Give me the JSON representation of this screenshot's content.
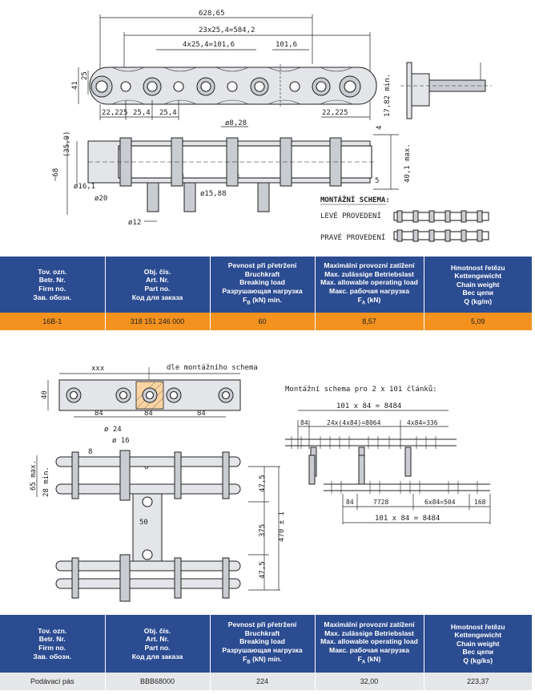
{
  "drawing1": {
    "dims": {
      "overall": "628,65",
      "pitch_total": "23x25,4=584,2",
      "pitch_part": "4x25,4=101,6",
      "seg": "101,6",
      "height41": "41",
      "height25": "25",
      "end_left": "22,225",
      "pitch1": "25,4",
      "pitch2": "25,4",
      "end_right": "22,225",
      "min_dim": "17,82 min.",
      "side4": "4",
      "max_dim": "40,1 max.",
      "side5": "5",
      "d828": "ø8,28",
      "d359": "(35,9)",
      "d68": "~68",
      "d161": "ø16,1",
      "d20": "ø20",
      "d1588": "ø15,88",
      "d12": "ø12"
    },
    "schema": {
      "title": "MONTÁŽNÍ SCHEMA:",
      "left": "LEVÉ PROVEDENÍ",
      "right": "PRAVÉ PROVEDENÍ"
    }
  },
  "table1": {
    "headers": [
      {
        "l1": "Tov. ozn.",
        "l2": "Betr. Nr.",
        "l3": "Firm no.",
        "l4": "Зав. обозн.",
        "l5": ""
      },
      {
        "l1": "Obj. čís.",
        "l2": "Art. Nr.",
        "l3": "Part no.",
        "l4": "Код для заказа",
        "l5": ""
      },
      {
        "l1": "Pevnost při přetržení",
        "l2": "Bruchkraft",
        "l3": "Breaking load",
        "l4": "Разрушающая нагрузка",
        "l5": "F",
        "l5sub": "B",
        "l5rest": " (kN) min."
      },
      {
        "l1": "Maximální provozní zatížení",
        "l2": "Max. zulässige Betriebslast",
        "l3": "Max. allowable operating load",
        "l4": "Макс. рабочая нагрузка",
        "l5": "F",
        "l5sub": "A",
        "l5rest": " (kN)"
      },
      {
        "l1": "Hmotnost řetězu",
        "l2": "Kettengewicht",
        "l3": "Chain weight",
        "l4": "Вес цепи",
        "l5": "Q (kg/m)"
      }
    ],
    "row": [
      "16B-1",
      "318 151 246 000",
      "60",
      "8,57",
      "5,09"
    ]
  },
  "drawing2": {
    "dims": {
      "xxx": "xxx",
      "schema_ref": "dle montážního schema",
      "h40": "40",
      "p84a": "84",
      "p84b": "84",
      "p84c": "84",
      "d24": "ø 24",
      "d16": "ø 16",
      "side8": "8",
      "side6": "6",
      "max65": "65 max.",
      "w28": "28 min.",
      "r475a": "47,5",
      "r375": "375",
      "r470": "470 ± 1",
      "r475b": "47,5",
      "w50": "50"
    },
    "schema": {
      "title": "Montážní schema pro 2 x 101 článků:",
      "top_total": "101 x 84 = 8484",
      "top_a": "84",
      "top_b": "24x(4x84)=8064",
      "top_c": "4x84=336",
      "bot_a": "84",
      "bot_b": "7728",
      "bot_c": "6x84=504",
      "bot_d": "168",
      "bot_total": "101 x 84 = 8484"
    }
  },
  "table2": {
    "headers": [
      {
        "l1": "Tov. ozn.",
        "l2": "Betr. Nr.",
        "l3": "Firm no.",
        "l4": "Зав. обозн.",
        "l5": ""
      },
      {
        "l1": "Obj. čís.",
        "l2": "Art. Nr.",
        "l3": "Part no.",
        "l4": "Код для заказа",
        "l5": ""
      },
      {
        "l1": "Pevnost při přetržení",
        "l2": "Bruchkraft",
        "l3": "Breaking load",
        "l4": "Разрушающая нагрузка",
        "l5": "F",
        "l5sub": "B",
        "l5rest": " (kN) min."
      },
      {
        "l1": "Maximální provozní zatížení",
        "l2": "Max. zulässige Betriebslast",
        "l3": "Max. allowable operating load",
        "l4": "Макс. рабочая нагрузка",
        "l5": "F",
        "l5sub": "A",
        "l5rest": " (kN)"
      },
      {
        "l1": "Hmotnost řetězu",
        "l2": "Kettengewicht",
        "l3": "Chain weight",
        "l4": "Вес цепи",
        "l5": "Q (kg/ks)"
      }
    ],
    "row": [
      "Podávací pás",
      "BBB68000",
      "224",
      "32,00",
      "223,37"
    ]
  },
  "colors": {
    "header_blue": "#2c4c91",
    "row_orange": "#f3921f",
    "row_grey": "#e6e7e9"
  }
}
